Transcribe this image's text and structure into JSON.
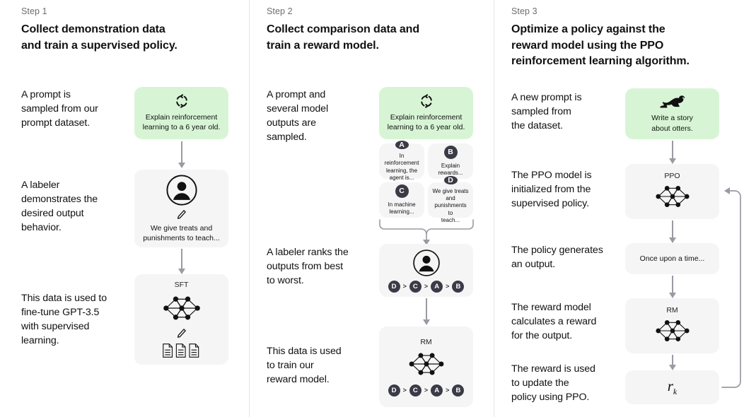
{
  "theme": {
    "background": "#ffffff",
    "card_gray": "#f5f5f5",
    "card_green": "#d7f5d5",
    "arrow_gray": "#9a9aa2",
    "badge_dark": "#3b3b47",
    "divider": "#e6e6e6",
    "step_label_color": "#6e6e6e"
  },
  "steps": [
    {
      "label": "Step 1",
      "title": "Collect demonstration data\nand train a supervised policy.",
      "title_line1": "Collect demonstration data",
      "title_line2": "and train a supervised policy.",
      "descriptions": [
        "A prompt is\nsampled from our\nprompt dataset.",
        "A labeler\ndemonstrates the\ndesired output\nbehavior.",
        "This data is used to\nfine-tune GPT-3.5\nwith supervised\nlearning."
      ],
      "cards": [
        {
          "kind": "prompt-green",
          "icon": "refresh-cycle-icon",
          "caption": "Explain reinforcement\nlearning to a 6 year old."
        },
        {
          "kind": "labeler",
          "icon": "person-circle-icon",
          "sub_icon": "pencil-icon",
          "caption": "We give treats and\npunishments to teach..."
        },
        {
          "kind": "model",
          "title": "SFT",
          "icon": "neural-network-icon",
          "sub_icon": "pencil-icon",
          "extra_icon": "documents-icon"
        }
      ]
    },
    {
      "label": "Step 2",
      "title_line1": "Collect comparison data and",
      "title_line2": "train a reward model.",
      "descriptions": [
        "A prompt and\nseveral model\noutputs are\nsampled.",
        "A labeler ranks the\noutputs from best\nto worst.",
        "This data is used\nto train our\nreward model."
      ],
      "cards": [
        {
          "kind": "prompt-green",
          "icon": "refresh-cycle-icon",
          "caption": "Explain reinforcement\nlearning to a 6 year old."
        },
        {
          "kind": "outputs-grid",
          "options": [
            {
              "id": "A",
              "text": "In reinforcement\nlearning, the\nagent is..."
            },
            {
              "id": "B",
              "text": "Explain rewards..."
            },
            {
              "id": "C",
              "text": "In machine\nlearning..."
            },
            {
              "id": "D",
              "text": "We give treats and\npunishments to\nteach..."
            }
          ]
        },
        {
          "kind": "labeler-rank",
          "icon": "person-circle-icon",
          "ranking": [
            "D",
            "C",
            "A",
            "B"
          ],
          "separator": ">"
        },
        {
          "kind": "model-rank",
          "title": "RM",
          "icon": "neural-network-icon",
          "ranking": [
            "D",
            "C",
            "A",
            "B"
          ],
          "separator": ">"
        }
      ]
    },
    {
      "label": "Step 3",
      "title_line1": "Optimize a policy against the",
      "title_line2": "reward model using the PPO",
      "title_line3": "reinforcement learning algorithm.",
      "descriptions": [
        "A new prompt is\nsampled from\nthe dataset.",
        "The PPO model is\ninitialized from the\nsupervised policy.",
        "The policy generates\nan output.",
        "The reward model\ncalculates a reward\nfor the output.",
        "The reward is used\nto update the\npolicy using PPO."
      ],
      "cards": [
        {
          "kind": "prompt-green",
          "icon": "otter-icon",
          "caption": "Write a story\nabout otters."
        },
        {
          "kind": "model",
          "title": "PPO",
          "icon": "neural-network-icon"
        },
        {
          "kind": "text",
          "caption": "Once upon a time..."
        },
        {
          "kind": "model",
          "title": "RM",
          "icon": "neural-network-icon"
        },
        {
          "kind": "reward",
          "value": "r",
          "subscript": "k"
        }
      ]
    }
  ]
}
